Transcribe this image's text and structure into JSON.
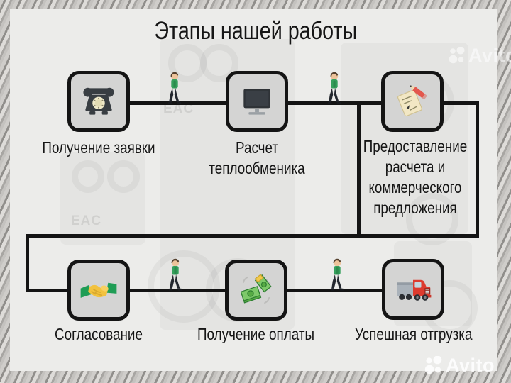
{
  "title": "Этапы нашей работы",
  "steps": [
    {
      "icon": "rotary-phone",
      "label_lines": [
        "Получение заявки"
      ]
    },
    {
      "icon": "desktop-computer",
      "label_lines": [
        "Расчет",
        "теплообменика"
      ]
    },
    {
      "icon": "note-with-pencil",
      "label_lines": [
        "Предоставление",
        "расчета и",
        "коммерческого",
        "предложения"
      ]
    },
    {
      "icon": "handshake",
      "label_lines": [
        "Согласование"
      ]
    },
    {
      "icon": "money-bills",
      "label_lines": [
        "Получение оплаты"
      ]
    },
    {
      "icon": "delivery-truck",
      "label_lines": [
        "Успешная отгрузка"
      ]
    }
  ],
  "watermark": {
    "brand": "Avito"
  },
  "background": {
    "ghost_text": "EAC"
  },
  "colors": {
    "panel": "#ececea",
    "box_fill": "#d4d4d3",
    "line": "#141414",
    "text": "#161616",
    "person_shirt": "#35a05c",
    "money_green": "#6fbe54",
    "truck_red": "#dd3b2f",
    "paper_cream": "#f2e7c4",
    "hand_yellow": "#f2c23e",
    "sleeve_green": "#1f9d55",
    "watermark_white": "#ffffff"
  }
}
